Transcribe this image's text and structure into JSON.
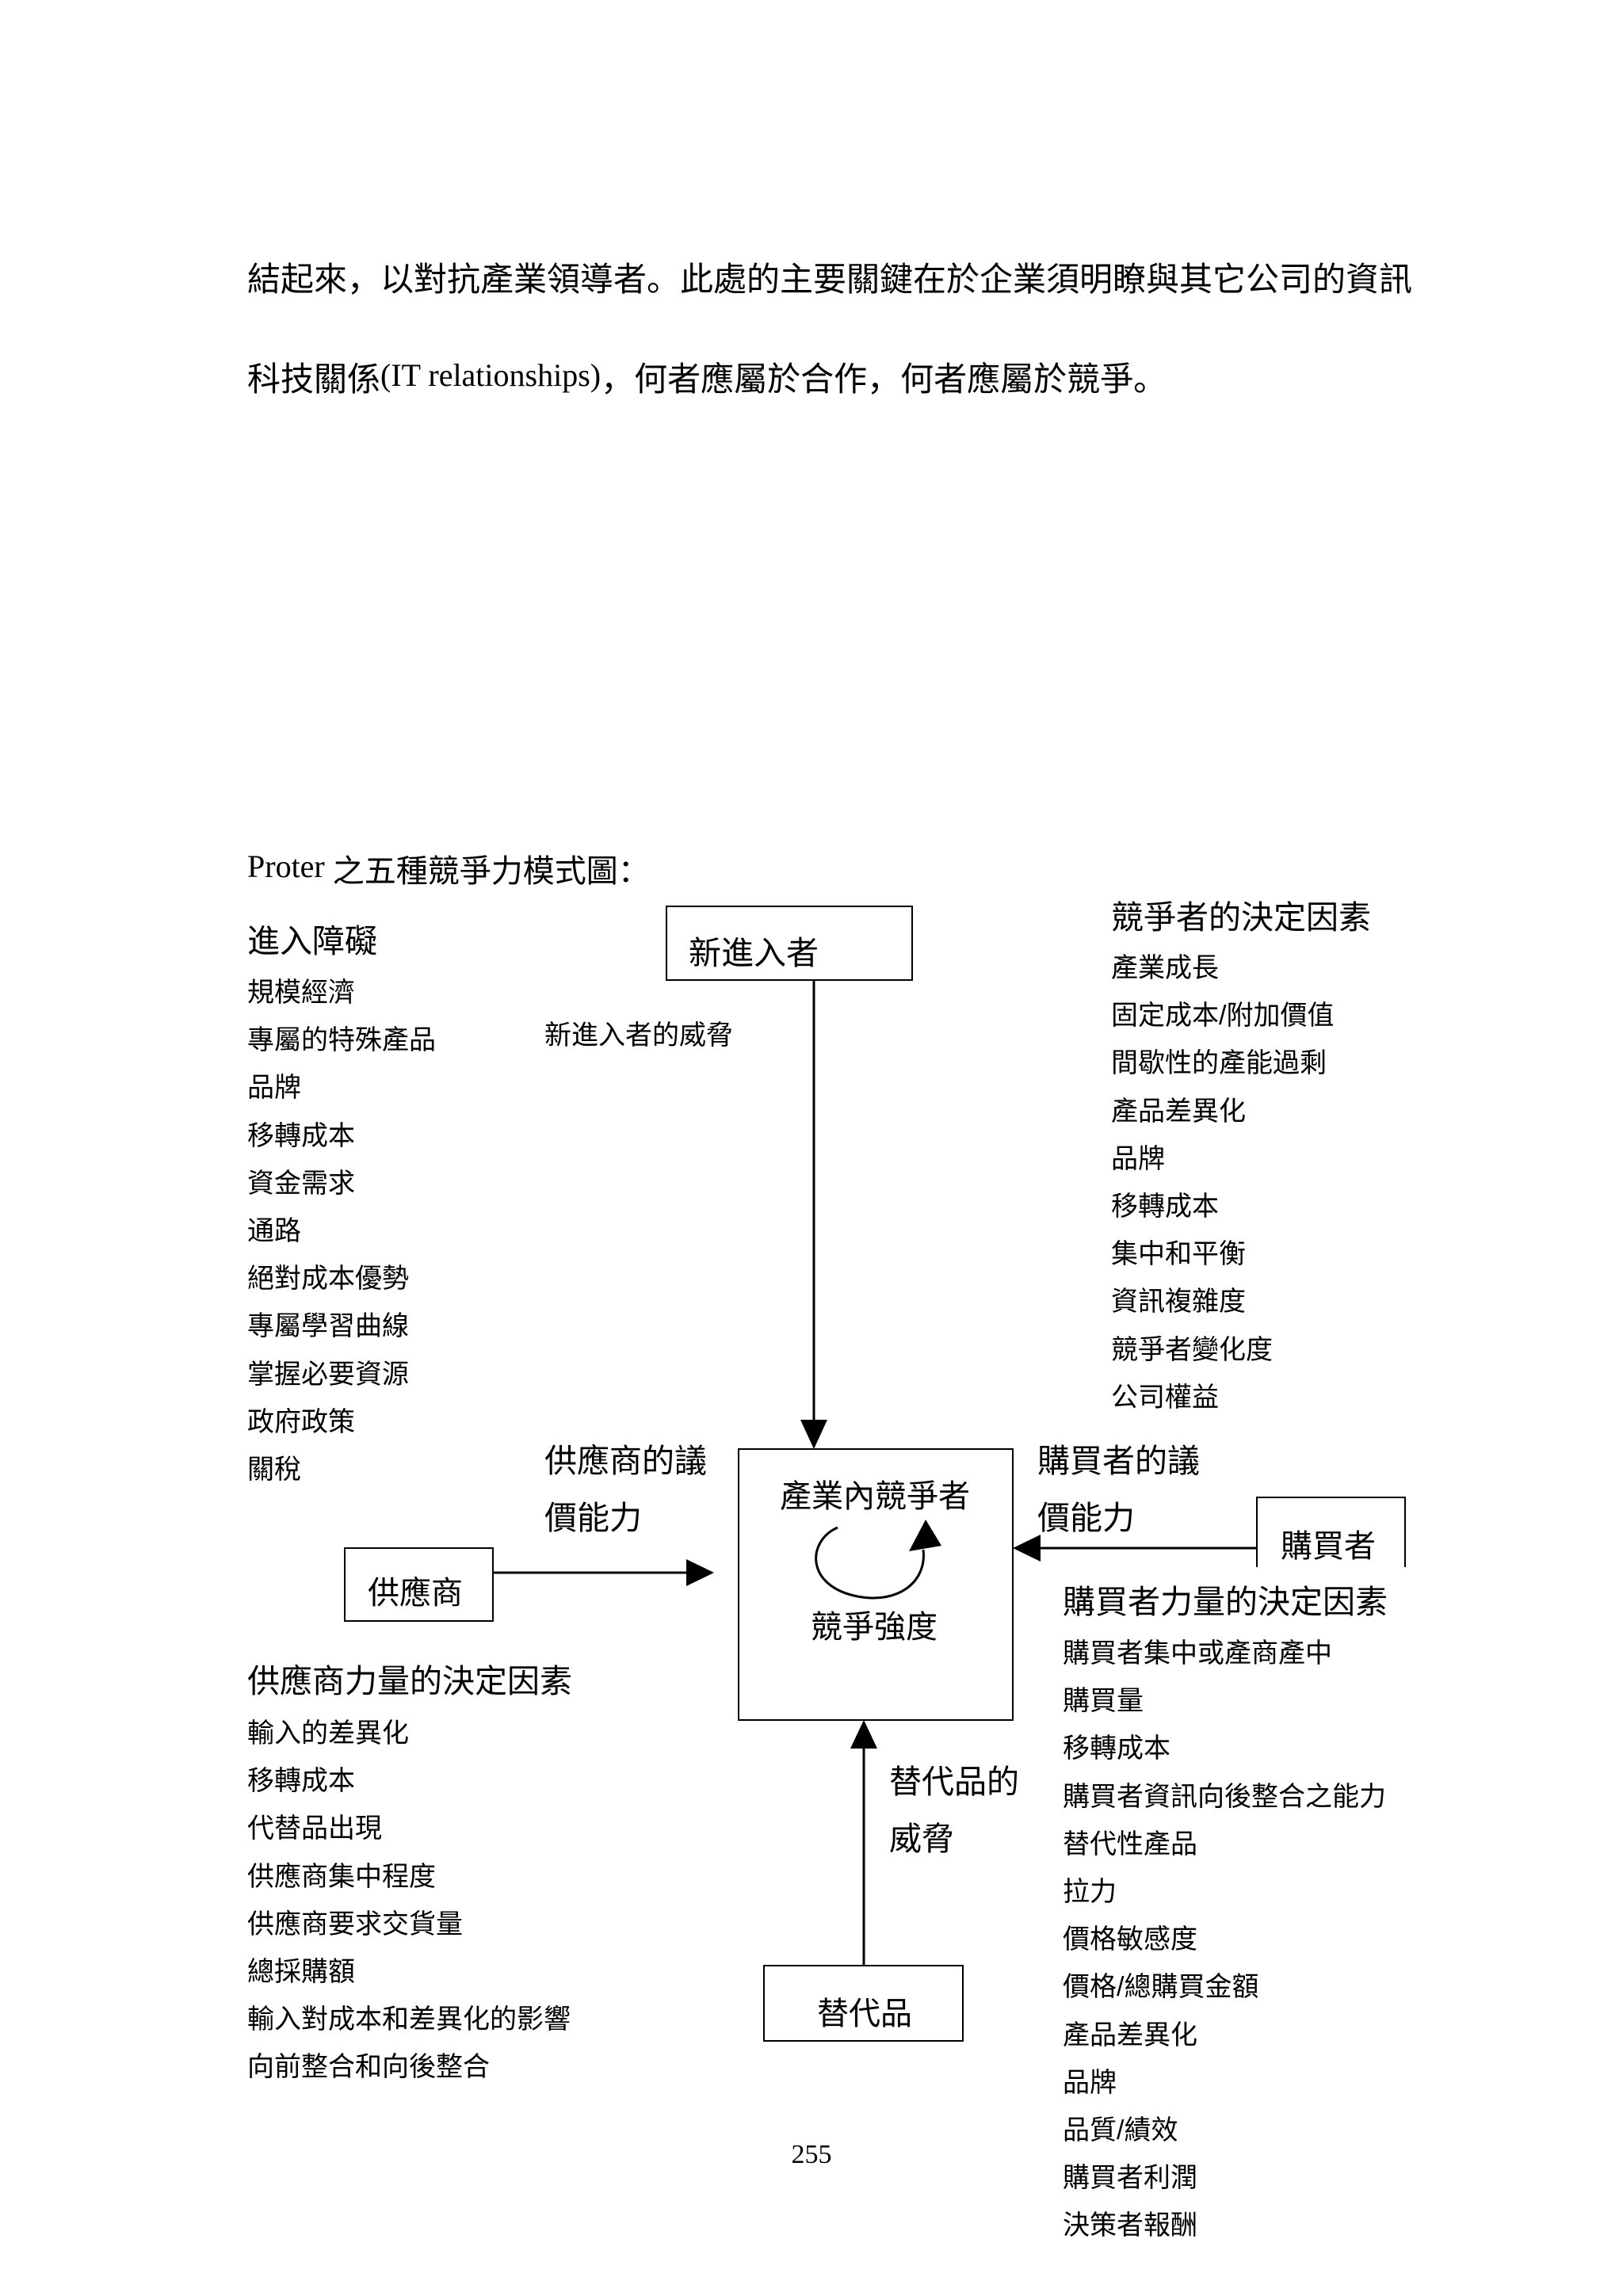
{
  "paragraph": {
    "line1": "結起來，以對抗產業領導者。此處的主要關鍵在於企業須明瞭與其它公司的資訊",
    "line2_a": "科技關係",
    "line2_b": "(IT relationships)",
    "line2_c": "，何者應屬於合作，何者應屬於競爭。"
  },
  "figure_title": {
    "latin": "Proter",
    "cjk": "之五種競爭力模式圖："
  },
  "diagram": {
    "new_entrants": {
      "label": "新進入者",
      "threat_label": "新進入者的威脅"
    },
    "entry_barriers": {
      "heading": "進入障礙",
      "items": [
        "規模經濟",
        "專屬的特殊產品",
        "品牌",
        "移轉成本",
        "資金需求",
        "通路",
        "絕對成本優勢",
        "專屬學習曲線",
        "掌握必要資源",
        "政府政策",
        "關稅"
      ]
    },
    "rivalry": {
      "label": "產業內競爭者",
      "intensity_label": "競爭強度",
      "determinants_heading": "競爭者的決定因素",
      "items": [
        "產業成長",
        "固定成本/附加價值",
        "間歇性的產能過剩",
        "產品差異化",
        "品牌",
        "移轉成本",
        "集中和平衡",
        "資訊複雜度",
        "競爭者變化度",
        "公司權益"
      ]
    },
    "suppliers": {
      "label": "供應商",
      "power_label_1": "供應商的議",
      "power_label_2": "價能力",
      "determinants_heading": "供應商力量的決定因素",
      "items": [
        "輸入的差異化",
        "移轉成本",
        "代替品出現",
        "供應商集中程度",
        "供應商要求交貨量",
        "總採購額",
        "輸入對成本和差異化的影響",
        "向前整合和向後整合"
      ]
    },
    "buyers": {
      "label": "購買者",
      "power_label_1": "購買者的議",
      "power_label_2": "價能力",
      "determinants_heading": "購買者力量的決定因素",
      "items": [
        "購買者集中或產商產中",
        "購買量",
        "移轉成本",
        "購買者資訊向後整合之能力",
        "替代性產品",
        "拉力",
        "價格敏感度",
        "價格/總購買金額",
        "產品差異化",
        "品牌",
        "品質/績效",
        "購買者利潤",
        "決策者報酬"
      ]
    },
    "substitutes": {
      "label": "替代品",
      "threat_label_1": "替代品的",
      "threat_label_2": "威脅"
    }
  },
  "page_number": "255"
}
